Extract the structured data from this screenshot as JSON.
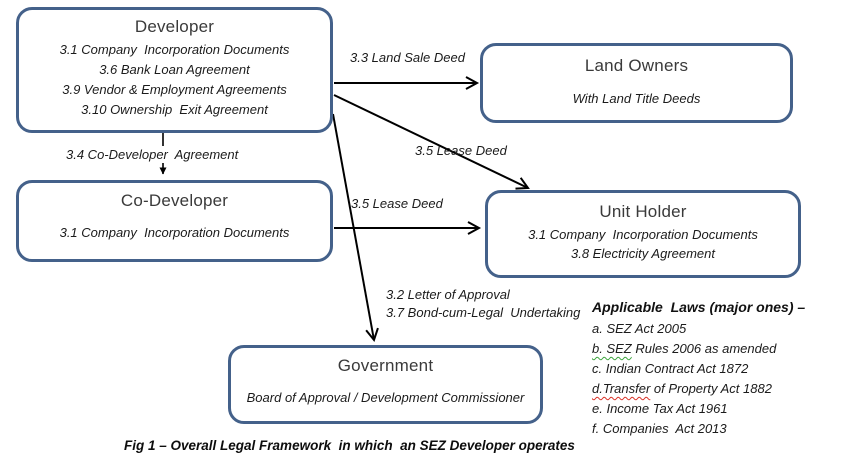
{
  "colors": {
    "box_border": "#44618a",
    "arrow": "#000000"
  },
  "nodes": {
    "developer": {
      "title": "Developer",
      "items": [
        "3.1 Company  Incorporation Documents",
        "3.6 Bank Loan Agreement",
        "3.9 Vendor & Employment Agreements",
        "3.10 Ownership  Exit Agreement"
      ]
    },
    "land_owners": {
      "title": "Land Owners",
      "subtitle": "With Land Title Deeds"
    },
    "co_developer": {
      "title": "Co-Developer",
      "items": [
        "3.1 Company  Incorporation Documents"
      ]
    },
    "unit_holder": {
      "title": "Unit Holder",
      "items": [
        "3.1 Company  Incorporation Documents",
        "3.8 Electricity Agreement"
      ]
    },
    "government": {
      "title": "Government",
      "subtitle": "Board of Approval / Development Commissioner"
    }
  },
  "edge_labels": {
    "land_sale": "3.3 Land Sale Deed",
    "lease_upper": "3.5 Lease Deed",
    "lease_lower": "3.5 Lease Deed",
    "co_dev": "3.4 Co-Developer  Agreement",
    "letter_of_approval": "3.2 Letter of Approval",
    "bond": "3.7 Bond-cum-Legal  Undertaking"
  },
  "laws": {
    "title": "Applicable  Laws (major ones) –",
    "items": [
      {
        "text": "a. SEZ Act 2005"
      },
      {
        "mark": "b. SEZ",
        "mark_color": "green",
        "text": " Rules 2006 as amended"
      },
      {
        "text": "c. Indian Contract Act 1872"
      },
      {
        "mark": "d.Transfer",
        "mark_color": "red",
        "text": " of Property Act 1882"
      },
      {
        "text": "e. Income Tax Act 1961"
      },
      {
        "text": "f. Companies  Act 2013"
      }
    ]
  },
  "caption": "Fig 1 – Overall Legal Framework  in which  an SEZ Developer operates"
}
